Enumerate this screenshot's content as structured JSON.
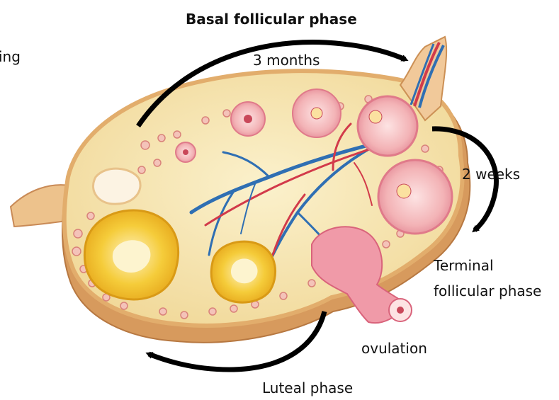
{
  "labels": {
    "basal_follicular_phase": "Basal follicular phase",
    "three_months": "3 months",
    "two_weeks": "2 weeks",
    "terminal_follicular_phase_line1": "Terminal",
    "terminal_follicular_phase_line2": "follicular phase",
    "ovulation": "ovulation",
    "luteal_phase": "Luteal phase",
    "cut_off_text": "ing"
  },
  "colors": {
    "ovary_fill": "#f7e7b4",
    "ovary_edge": "#e8b77a",
    "cortex_shadow": "#d99a5c",
    "follicle_pink": "#f2b8b8",
    "follicle_rim": "#e07a8a",
    "corpus_luteum": "#f3c530",
    "vessel_red": "#d23a4a",
    "vessel_blue": "#2f6fb3",
    "arrow": "#000000"
  }
}
